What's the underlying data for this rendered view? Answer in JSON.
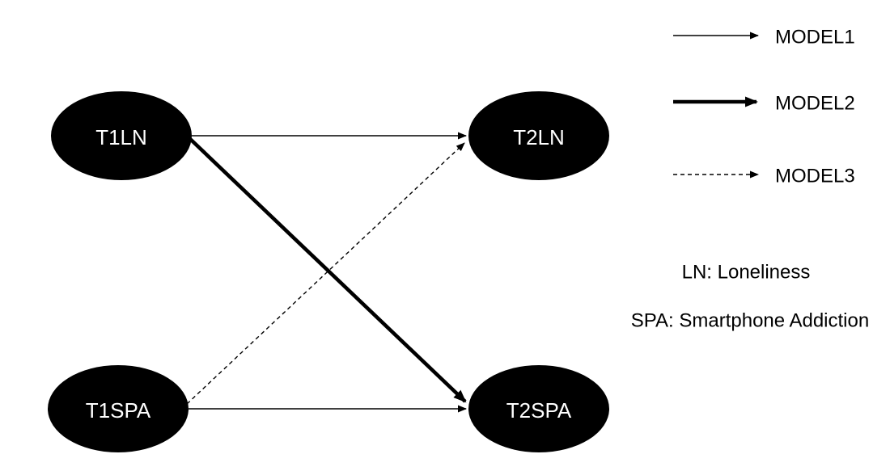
{
  "diagram": {
    "type": "path-model",
    "nodes": [
      {
        "id": "t1ln",
        "label": "T1LN"
      },
      {
        "id": "t2ln",
        "label": "T2LN"
      },
      {
        "id": "t1spa",
        "label": "T1SPA"
      },
      {
        "id": "t2spa",
        "label": "T2SPA"
      }
    ],
    "edges": [
      {
        "from": "T1LN",
        "to": "T2LN",
        "style": "thin-solid",
        "model": "MODEL1"
      },
      {
        "from": "T1SPA",
        "to": "T2SPA",
        "style": "thin-solid",
        "model": "MODEL1"
      },
      {
        "from": "T1LN",
        "to": "T2SPA",
        "style": "thick-solid",
        "model": "MODEL2"
      },
      {
        "from": "T1SPA",
        "to": "T2LN",
        "style": "dashed",
        "model": "MODEL3"
      }
    ],
    "colors": {
      "node_fill": "#000000",
      "node_text": "#ffffff",
      "line": "#000000",
      "background": "#ffffff"
    }
  },
  "legend": {
    "items": [
      {
        "label": "MODEL1",
        "line_style": "thin-solid"
      },
      {
        "label": "MODEL2",
        "line_style": "thick-solid"
      },
      {
        "label": "MODEL3",
        "line_style": "dashed"
      }
    ],
    "notes": [
      {
        "text": "LN: Loneliness"
      },
      {
        "text": "SPA: Smartphone Addiction"
      }
    ]
  }
}
